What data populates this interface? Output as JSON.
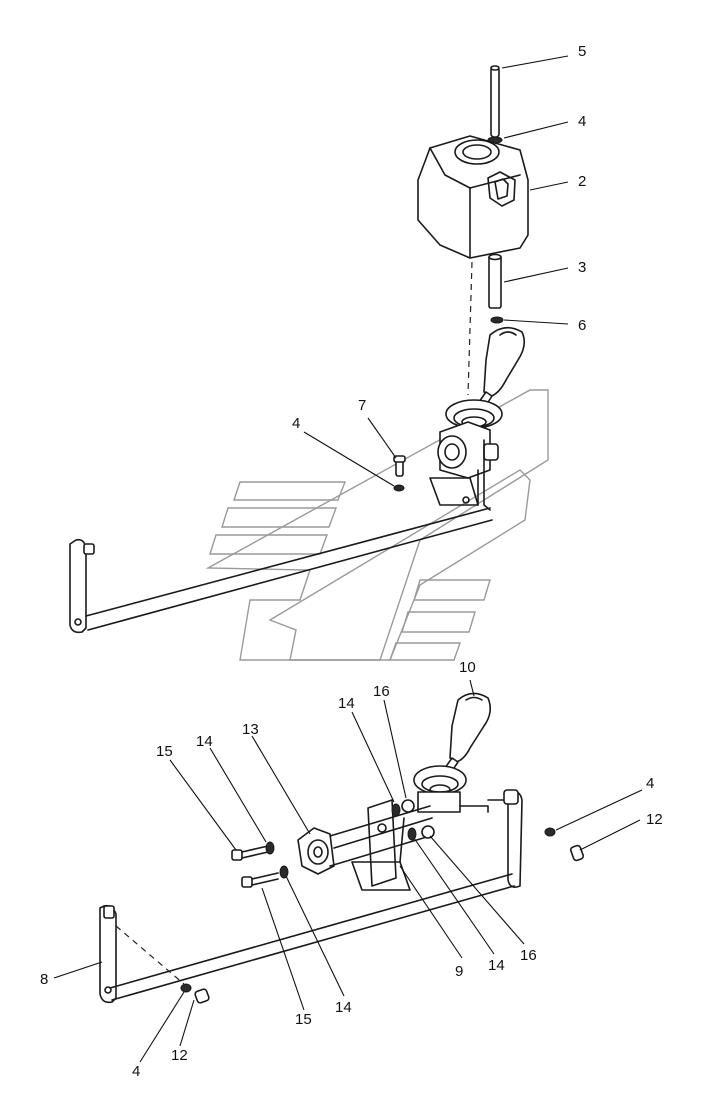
{
  "callouts": [
    {
      "id": "c5-top",
      "text": "5"
    },
    {
      "id": "c4-top",
      "text": "4"
    },
    {
      "id": "c2",
      "text": "2"
    },
    {
      "id": "c3",
      "text": "3"
    },
    {
      "id": "c6",
      "text": "6"
    },
    {
      "id": "c7",
      "text": "7"
    },
    {
      "id": "c4-upper-mid",
      "text": "4"
    },
    {
      "id": "c10",
      "text": "10"
    },
    {
      "id": "c16-top",
      "text": "16"
    },
    {
      "id": "c14-top",
      "text": "14"
    },
    {
      "id": "c13",
      "text": "13"
    },
    {
      "id": "c14-left",
      "text": "14"
    },
    {
      "id": "c15-left",
      "text": "15"
    },
    {
      "id": "c4-right",
      "text": "4"
    },
    {
      "id": "c12-right",
      "text": "12"
    },
    {
      "id": "c8",
      "text": "8"
    },
    {
      "id": "c9",
      "text": "9"
    },
    {
      "id": "c14-bottom-right",
      "text": "14"
    },
    {
      "id": "c16-bottom",
      "text": "16"
    },
    {
      "id": "c15-bottom",
      "text": "15"
    },
    {
      "id": "c14-bottom",
      "text": "14"
    },
    {
      "id": "c12-bottom",
      "text": "12"
    },
    {
      "id": "c4-bottom",
      "text": "4"
    }
  ]
}
